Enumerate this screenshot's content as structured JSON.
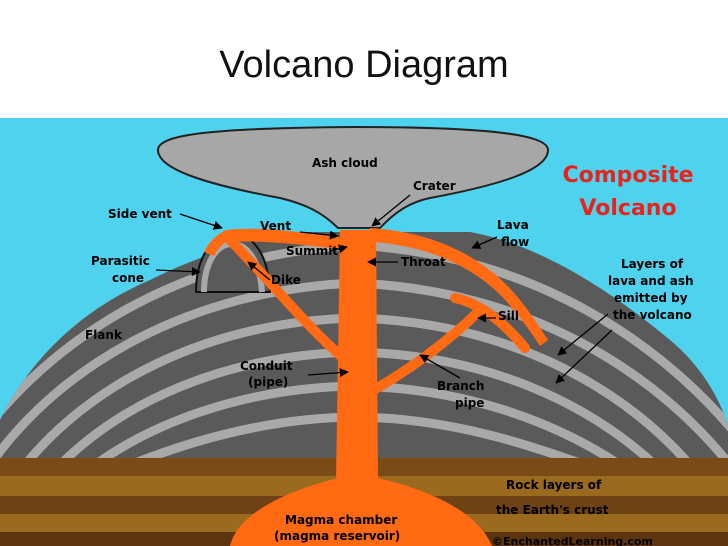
{
  "title": "Volcano Diagram",
  "heading": {
    "line1": "Composite",
    "line2": "Volcano"
  },
  "labels": {
    "ash_cloud": "Ash cloud",
    "crater": "Crater",
    "side_vent": "Side vent",
    "vent": "Vent",
    "summit": "Summit",
    "throat": "Throat",
    "lava_flow_1": "Lava",
    "lava_flow_2": "flow",
    "parasitic_1": "Parasitic",
    "parasitic_2": "cone",
    "dike": "Dike",
    "layers_1": "Layers of",
    "layers_2": "lava and ash",
    "layers_3": "emitted by",
    "layers_4": "the volcano",
    "sill": "Sill",
    "flank": "Flank",
    "conduit_1": "Conduit",
    "conduit_2": "(pipe)",
    "branch_1": "Branch",
    "branch_2": "pipe",
    "rock_1": "Rock layers of",
    "rock_2": "the Earth's crust",
    "magma_1": "Magma chamber",
    "magma_2": "(magma reservoir)",
    "copyright": "©EnchantedLearning.com"
  },
  "colors": {
    "sky": "#4fd2ee",
    "ash": "#a7a7a7",
    "layer_dark": "#5a5a5a",
    "layer_light": "#a9a9a9",
    "magma": "#ff6a13",
    "heading": "#e8231d",
    "ground_1": "#7a4a17",
    "ground_2": "#9a6a1e",
    "ground_3": "#5c3410"
  }
}
